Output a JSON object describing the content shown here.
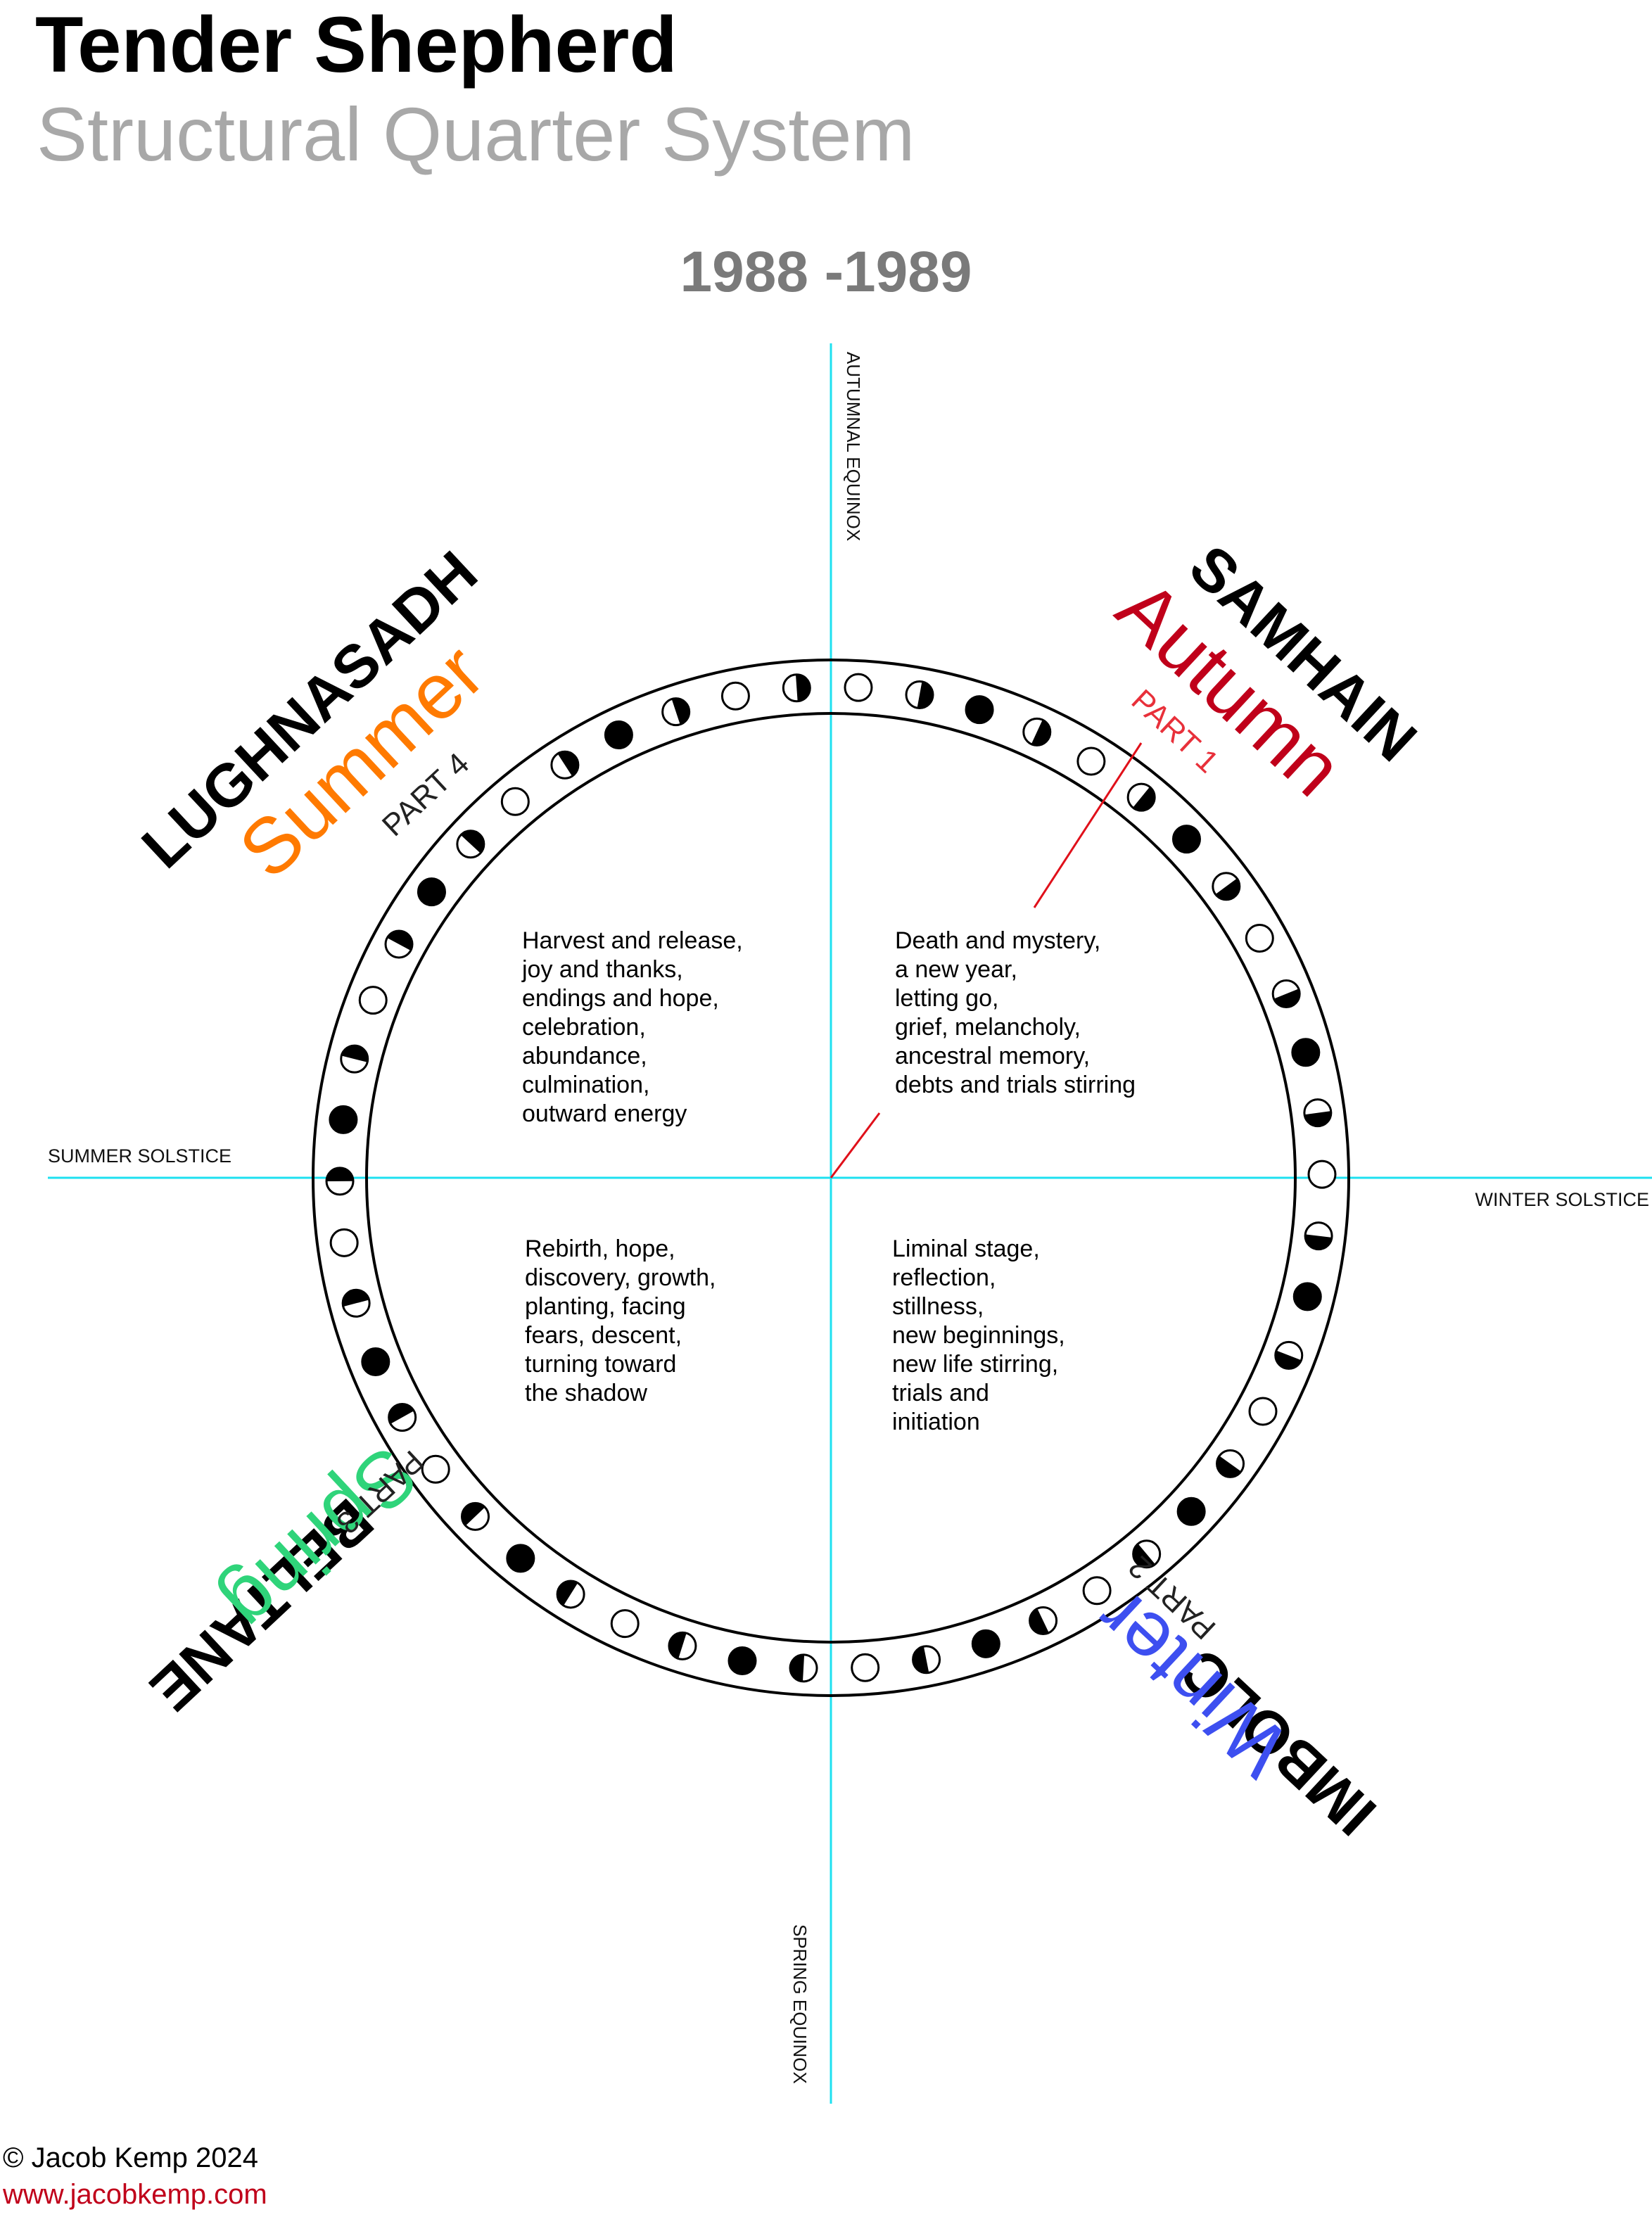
{
  "header": {
    "title": "Tender Shepherd",
    "subtitle": "Structural Quarter System",
    "year": "1988 -1989"
  },
  "axes": {
    "top": "AUTUMNAL EQUINOX",
    "bottom": "SPRING EQUINOX",
    "left": "SUMMER SOLSTICE",
    "right": "WINTER SOLSTICE"
  },
  "quarters": [
    {
      "id": "part1",
      "festival": "SAMHAIN",
      "season": "Autumn",
      "part": "PART 1",
      "season_color": "#c0001a",
      "part_color": "#e8303a",
      "lines": [
        "Death and mystery,",
        "a new year,",
        "letting go,",
        "grief, melancholy,",
        "ancestral memory,",
        "debts and trials stirring"
      ]
    },
    {
      "id": "part2",
      "festival": "IMBOLC",
      "season": "Winter",
      "part": "PART 2",
      "season_color": "#3d4ff0",
      "part_color": "#222222",
      "lines": [
        "Liminal stage,",
        "reflection,",
        "stillness,",
        "new beginnings,",
        "new life stirring,",
        "trials and",
        "initiation"
      ]
    },
    {
      "id": "part3",
      "festival": "BELTANE",
      "season": "Spring",
      "part": "PART 3",
      "season_color": "#2fd47a",
      "part_color": "#222222",
      "lines": [
        "Rebirth, hope,",
        "discovery, growth,",
        "planting, facing",
        "fears, descent,",
        "turning toward",
        "the shadow"
      ]
    },
    {
      "id": "part4",
      "festival": "LUGHNASADH",
      "season": "Summer",
      "part": "PART 4",
      "season_color": "#ff7a00",
      "part_color": "#222222",
      "lines": [
        "Harvest and release,",
        "joy and thanks,",
        "endings and hope,",
        "celebration,",
        "abundance,",
        "culmination,",
        "outward energy"
      ]
    }
  ],
  "moon_phases": [
    "full",
    "half",
    "new",
    "half",
    "full",
    "half",
    "new",
    "half",
    "full",
    "half",
    "new",
    "half",
    "full",
    "half",
    "new",
    "half",
    "full",
    "half",
    "new",
    "half",
    "full",
    "half",
    "new",
    "half",
    "full",
    "half",
    "new",
    "half",
    "full",
    "half",
    "new",
    "half",
    "full",
    "half",
    "new",
    "half",
    "full",
    "half",
    "new",
    "half",
    "full",
    "half",
    "new",
    "half",
    "full",
    "half",
    "new",
    "half",
    "full",
    "half"
  ],
  "colors": {
    "axis": "#1ee0f0",
    "pointer": "#e0101a",
    "ring": "#000000"
  },
  "footer": {
    "copyright": "© Jacob Kemp 2024",
    "url": "www.jacobkemp.com"
  }
}
